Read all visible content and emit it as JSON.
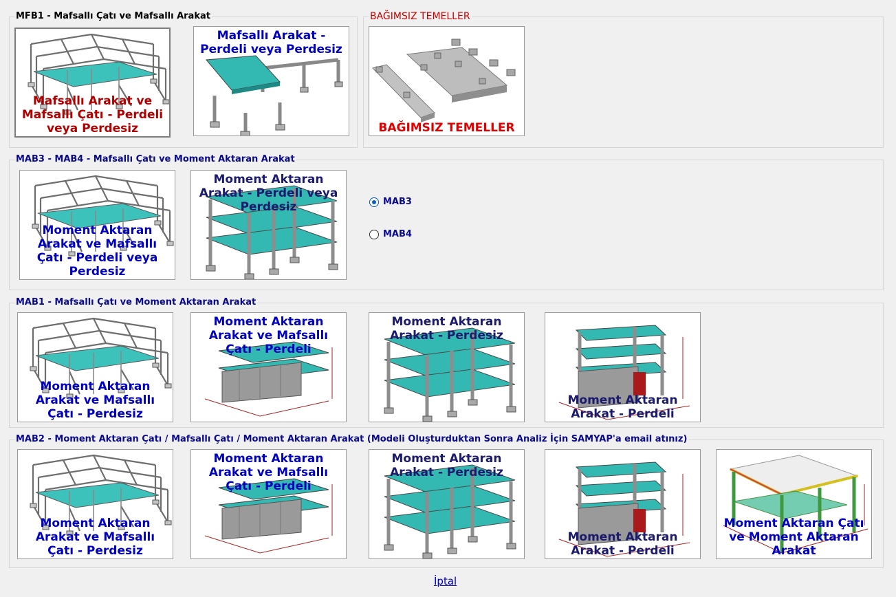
{
  "colors": {
    "title_black": "#000000",
    "title_red": "#cc0000",
    "title_blue": "#0a0a8c",
    "caption_blue": "#0000c0",
    "caption_red": "#b00000",
    "caption_navy": "#1a1a6e",
    "caption_bright_red": "#e00000",
    "slab_teal": "#33b6b0"
  },
  "groups": {
    "mfb1": {
      "title": "MFB1 - Mafsallı Çatı ve Mafsallı Arakat",
      "tiles": [
        {
          "caption": "Mafsallı Arakat ve Mafsallı Çatı - Perdeli veya Perdesiz",
          "image": "steel-frame-roof-model"
        },
        {
          "caption": "Mafsallı Arakat - Perdeli veya Perdesiz",
          "image": "mezzanine-slab-model"
        }
      ]
    },
    "foundations": {
      "title": "BAĞIMSIZ TEMELLER",
      "tiles": [
        {
          "caption": "BAĞIMSIZ TEMELLER",
          "image": "isolated-footings-model"
        }
      ]
    },
    "mab34": {
      "title": "MAB3 - MAB4 - Mafsallı Çatı  ve Moment Aktaran Arakat",
      "tiles": [
        {
          "caption": "Moment Aktaran Arakat ve  Mafsallı Çatı - Perdeli veya Perdesiz",
          "image": "steel-frame-roof-model"
        },
        {
          "caption": "Moment Aktaran Arakat - Perdeli veya Perdesiz",
          "image": "multi-story-frame-model"
        }
      ],
      "options": [
        {
          "label": "MAB3",
          "checked": true
        },
        {
          "label": "MAB4",
          "checked": false
        }
      ]
    },
    "mab1": {
      "title": "MAB1 - Mafsallı Çatı ve Moment Aktaran Arakat",
      "tiles": [
        {
          "caption": "Moment Aktaran Arakat ve Mafsallı Çatı - Perdesiz",
          "image": "steel-frame-roof-model"
        },
        {
          "caption": "Moment Aktaran Arakat ve Mafsallı Çatı - Perdeli",
          "image": "walled-frame-model"
        },
        {
          "caption": "Moment Aktaran Arakat - Perdesiz",
          "image": "multi-story-frame-model"
        },
        {
          "caption": "Moment Aktaran Arakat - Perdeli",
          "image": "shear-wall-frame-model"
        }
      ]
    },
    "mab2": {
      "title": "MAB2 - Moment Aktaran Çatı  / Mafsallı Çatı / Moment Aktaran Arakat (Modeli Oluşturduktan Sonra Analiz İçin SAMYAP'a email atınız)",
      "tiles": [
        {
          "caption": "Moment Aktaran Arakat ve Mafsallı Çatı - Perdesiz",
          "image": "steel-frame-roof-model"
        },
        {
          "caption": "Moment Aktaran Arakat ve Mafsallı Çatı - Perdeli",
          "image": "walled-frame-model"
        },
        {
          "caption": "Moment Aktaran Arakat - Perdesiz",
          "image": "multi-story-frame-model"
        },
        {
          "caption": "Moment Aktaran Arakat - Perdeli",
          "image": "shear-wall-frame-model"
        },
        {
          "caption": "Moment Aktaran Çatı ve Moment Aktaran Arakat",
          "image": "moment-roof-frame-model"
        }
      ]
    }
  },
  "cancel_label": "İptal"
}
